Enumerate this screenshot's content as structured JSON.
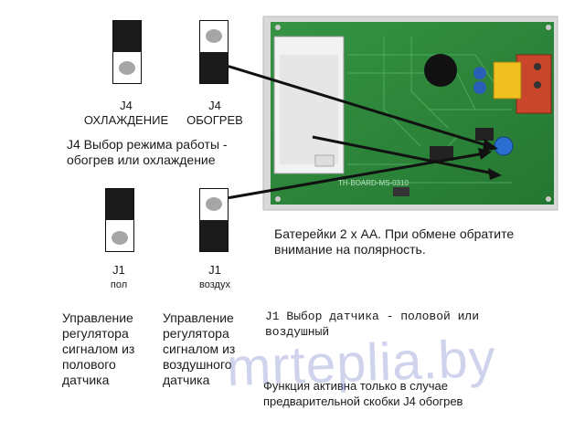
{
  "jumpers": {
    "cool": {
      "line1": "J4",
      "line2": "ОХЛАЖДЕНИЕ"
    },
    "heat": {
      "line1": "J4",
      "line2": "ОБОГРЕВ"
    },
    "floor": {
      "line1": "J1",
      "line2": "пол"
    },
    "air": {
      "line1": "J1",
      "line2": "воздух"
    }
  },
  "j4_description": {
    "line1": "J4 Выбор режима работы -",
    "line2": "обогрев или охлаждение"
  },
  "battery_note": {
    "line1": "Батерейки 2 х АА. При обмене обратите",
    "line2": "внимание на полярность."
  },
  "floor_control": [
    "Управление",
    "регулятора",
    "сигналом из",
    "полового",
    "датчика"
  ],
  "air_control": [
    "Управление",
    "регулятора",
    "сигналом из",
    "воздушного",
    "датчика"
  ],
  "j1_description": {
    "line1": "J1 Выбор датчика - половой или",
    "line2": "воздушный"
  },
  "function_note": {
    "line1": "Функция активна только в случае",
    "line2": "предварительной скобки J4 обогрев"
  },
  "board_label": "TH-BOARD-MS-0310",
  "watermark": "mrteplia.by"
}
